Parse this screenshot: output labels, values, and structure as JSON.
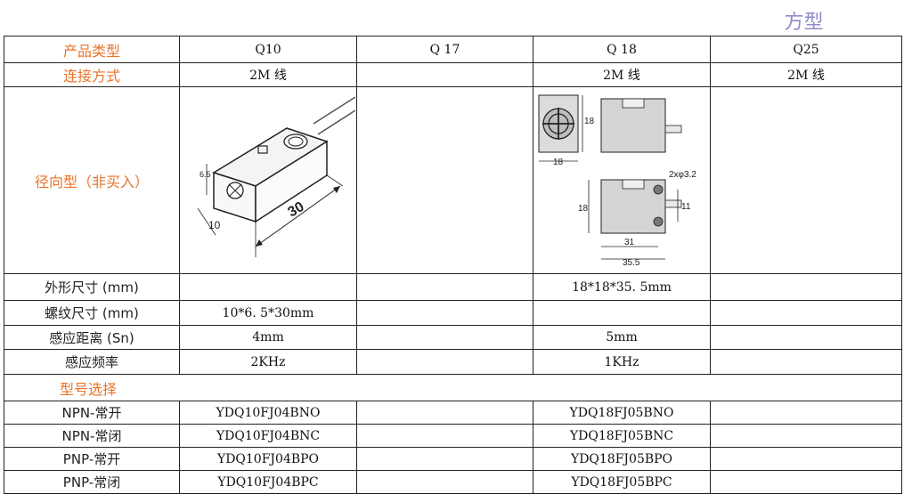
{
  "header": {
    "title": "方型"
  },
  "columns": [
    "Q10",
    "Q 17",
    "Q 18",
    "Q25"
  ],
  "rows": {
    "product_type": {
      "label": "产品类型"
    },
    "connection": {
      "label": "连接方式",
      "values": [
        "2M 线",
        "",
        "2M 线",
        "2M 线"
      ]
    },
    "radial": {
      "label": "径向型（非买入）"
    },
    "outer_size": {
      "label": "外形尺寸 (mm)",
      "values": [
        "",
        "",
        "18*18*35. 5mm",
        ""
      ]
    },
    "thread_size": {
      "label": "螺纹尺寸 (mm)",
      "values": [
        "10*6. 5*30mm",
        "",
        "",
        ""
      ]
    },
    "sensing_distance": {
      "label": "感应距离 (Sn)",
      "values": [
        "4mm",
        "",
        "5mm",
        ""
      ]
    },
    "sensing_frequency": {
      "label": "感应频率",
      "values": [
        "2KHz",
        "",
        "1KHz",
        ""
      ]
    }
  },
  "model_section": {
    "label": "型号选择"
  },
  "models": [
    {
      "label": "NPN-常开",
      "values": [
        "YDQ10FJ04BNO",
        "",
        "YDQ18FJ05BNO",
        ""
      ]
    },
    {
      "label": "NPN-常闭",
      "values": [
        "YDQ10FJ04BNC",
        "",
        "YDQ18FJ05BNC",
        ""
      ]
    },
    {
      "label": "PNP-常开",
      "values": [
        "YDQ10FJ04BPO",
        "",
        "YDQ18FJ05BPO",
        ""
      ]
    },
    {
      "label": "PNP-常闭",
      "values": [
        "YDQ10FJ04BPC",
        "",
        "YDQ18FJ05BPC",
        ""
      ]
    }
  ],
  "drawings": {
    "q10": {
      "dims": [
        "6.5",
        "10",
        "30"
      ]
    },
    "q18": {
      "dims": [
        "18",
        "18",
        "2xφ3.2",
        "18",
        "11",
        "31",
        "35.5"
      ]
    }
  },
  "colors": {
    "label_orange": "#e8742a",
    "title_purple": "#8e8ccc",
    "border": "#222222"
  }
}
